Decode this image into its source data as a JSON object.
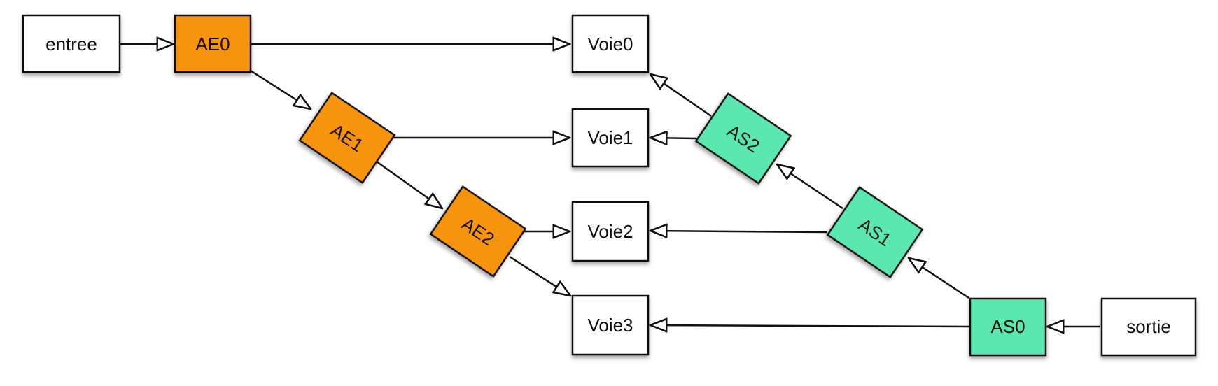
{
  "colors": {
    "entree_fill": "#f7940f",
    "sortie_fill": "#5ae8b0",
    "plain_fill": "#ffffff",
    "stroke": "#111111",
    "arrowhead": "hollow-triangle"
  },
  "nodes": {
    "entree": {
      "label": "entree",
      "kind": "plain"
    },
    "AE0": {
      "label": "AE0",
      "kind": "entree_fill"
    },
    "AE1": {
      "label": "AE1",
      "kind": "entree_fill"
    },
    "AE2": {
      "label": "AE2",
      "kind": "entree_fill"
    },
    "Voie0": {
      "label": "Voie0",
      "kind": "plain"
    },
    "Voie1": {
      "label": "Voie1",
      "kind": "plain"
    },
    "Voie2": {
      "label": "Voie2",
      "kind": "plain"
    },
    "Voie3": {
      "label": "Voie3",
      "kind": "plain"
    },
    "AS0": {
      "label": "AS0",
      "kind": "sortie_fill"
    },
    "AS1": {
      "label": "AS1",
      "kind": "sortie_fill"
    },
    "AS2": {
      "label": "AS2",
      "kind": "sortie_fill"
    },
    "sortie": {
      "label": "sortie",
      "kind": "plain"
    }
  },
  "edges": [
    {
      "from": "entree",
      "to": "AE0"
    },
    {
      "from": "AE0",
      "to": "Voie0"
    },
    {
      "from": "AE0",
      "to": "AE1"
    },
    {
      "from": "AE1",
      "to": "Voie1"
    },
    {
      "from": "AE1",
      "to": "AE2"
    },
    {
      "from": "AE2",
      "to": "Voie2"
    },
    {
      "from": "AE2",
      "to": "Voie3"
    },
    {
      "from": "sortie",
      "to": "AS0"
    },
    {
      "from": "AS0",
      "to": "Voie3"
    },
    {
      "from": "AS0",
      "to": "AS1"
    },
    {
      "from": "AS1",
      "to": "Voie2"
    },
    {
      "from": "AS1",
      "to": "AS2"
    },
    {
      "from": "AS2",
      "to": "Voie1"
    },
    {
      "from": "AS2",
      "to": "Voie0"
    }
  ]
}
